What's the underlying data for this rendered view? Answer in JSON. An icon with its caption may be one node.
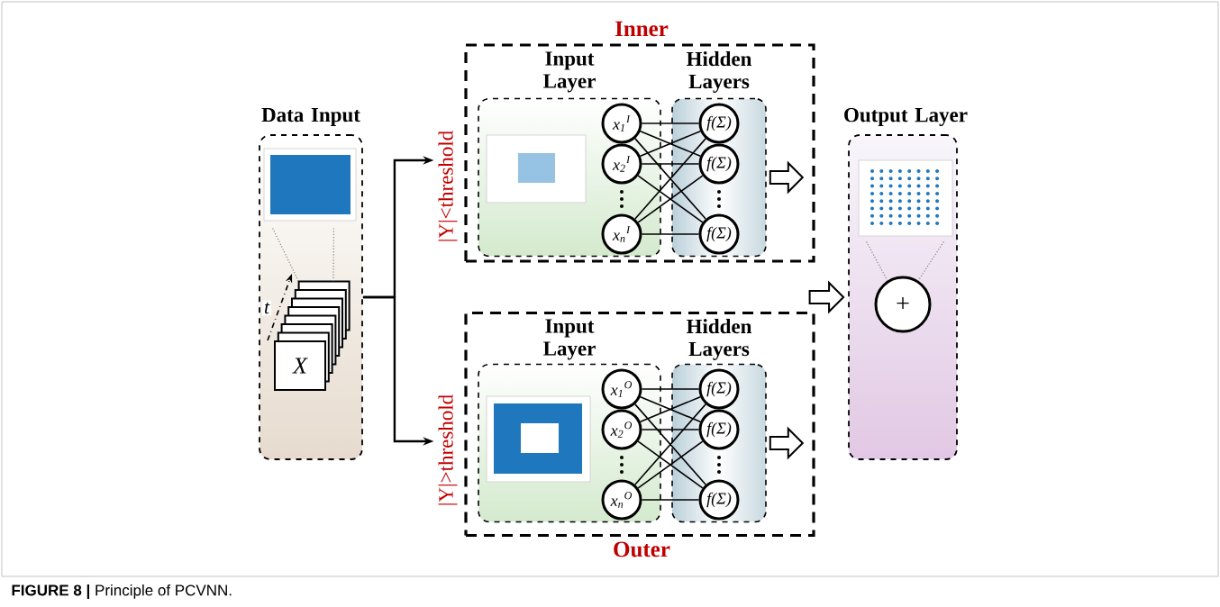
{
  "diagram": {
    "caption": "**FIGURE 8 |** Principle of PCVNN.",
    "nodes": [
      {
        "text": [
          "Data Input"
        ]
      },
      {
        "text": [
          "X"
        ],
        "in": 0,
        "beside": [
          "t"
        ]
      },
      {
        "text": [
          "Inner",
          "|Y|<threshold"
        ]
      },
      {
        "text": [
          "Input Layer"
        ],
        "in": 2
      },
      {
        "text": [
          "x$_{1}$$^{I}$"
        ],
        "in": 3
      },
      {
        "text": [
          "x$_{2}$$^{I}$"
        ],
        "in": 3
      },
      {
        "text": [
          "x$_{n}$$^{I}$"
        ],
        "in": 3
      },
      {
        "text": [
          "Hidden Layers"
        ],
        "in": 2
      },
      {
        "text": [
          "*f*(Σ)"
        ],
        "in": 7
      },
      {
        "text": [
          "*f*(Σ)"
        ],
        "in": 7
      },
      {
        "text": [
          "*f*(Σ)"
        ],
        "in": 7
      },
      {
        "text": [
          "Outer",
          "|Y|>threshold"
        ]
      },
      {
        "text": [
          "Input Layer"
        ],
        "in": 11
      },
      {
        "text": [
          "x$_{1}$$^{O}$"
        ],
        "in": 12
      },
      {
        "text": [
          "x$_{2}$$^{O}$"
        ],
        "in": 12
      },
      {
        "text": [
          "x$_{n}$$^{O}$"
        ],
        "in": 12
      },
      {
        "text": [
          "Hidden Layers"
        ],
        "in": 11
      },
      {
        "text": [
          "*f*(Σ)"
        ],
        "in": 16
      },
      {
        "text": [
          "*f*(Σ)"
        ],
        "in": 16
      },
      {
        "text": [
          "*f*(Σ)"
        ],
        "in": 16
      },
      {
        "text": [
          "Output Layer"
        ]
      },
      {
        "text": [
          "+"
        ],
        "in": 20
      },
      {
        "text": [],
        "shape": "picture",
        "in": 0
      },
      {
        "text": [],
        "shape": "picture",
        "in": 3
      },
      {
        "text": [],
        "shape": "picture",
        "in": 12
      },
      {
        "text": [],
        "shape": "picture",
        "in": 20
      }
    ],
    "edges": [
      {
        "from": 0,
        "to": 2,
        "arrow": "to"
      },
      {
        "from": 0,
        "to": 11,
        "arrow": "to"
      },
      {
        "from": 4,
        "to": 8,
        "arrow": "none"
      },
      {
        "from": 4,
        "to": 9,
        "arrow": "none"
      },
      {
        "from": 4,
        "to": 10,
        "arrow": "none"
      },
      {
        "from": 5,
        "to": 8,
        "arrow": "none"
      },
      {
        "from": 5,
        "to": 9,
        "arrow": "none"
      },
      {
        "from": 5,
        "to": 10,
        "arrow": "none"
      },
      {
        "from": 6,
        "to": 8,
        "arrow": "none"
      },
      {
        "from": 6,
        "to": 9,
        "arrow": "none"
      },
      {
        "from": 6,
        "to": 10,
        "arrow": "none"
      },
      {
        "from": 13,
        "to": 17,
        "arrow": "none"
      },
      {
        "from": 13,
        "to": 18,
        "arrow": "none"
      },
      {
        "from": 13,
        "to": 19,
        "arrow": "none"
      },
      {
        "from": 14,
        "to": 17,
        "arrow": "none"
      },
      {
        "from": 14,
        "to": 18,
        "arrow": "none"
      },
      {
        "from": 14,
        "to": 19,
        "arrow": "none"
      },
      {
        "from": 15,
        "to": 17,
        "arrow": "none"
      },
      {
        "from": 15,
        "to": 18,
        "arrow": "none"
      },
      {
        "from": 15,
        "to": 19,
        "arrow": "none"
      },
      {
        "from": 7,
        "to": null,
        "arrow": "to"
      },
      {
        "from": 16,
        "to": null,
        "arrow": "to"
      },
      {
        "from": 2,
        "to": 20,
        "arrow": "to"
      },
      {
        "from": 11,
        "to": 20,
        "arrow": "to"
      },
      {
        "from": 22,
        "to": 1,
        "arrow": "none",
        "style": "dashed",
        "color": "#808080"
      },
      {
        "from": 22,
        "to": 1,
        "arrow": "none",
        "style": "dashed",
        "color": "#808080"
      },
      {
        "from": 25,
        "to": 21,
        "arrow": "none",
        "style": "dashed",
        "color": "#808080"
      },
      {
        "from": 25,
        "to": 21,
        "arrow": "none",
        "style": "dashed",
        "color": "#808080"
      }
    ]
  }
}
